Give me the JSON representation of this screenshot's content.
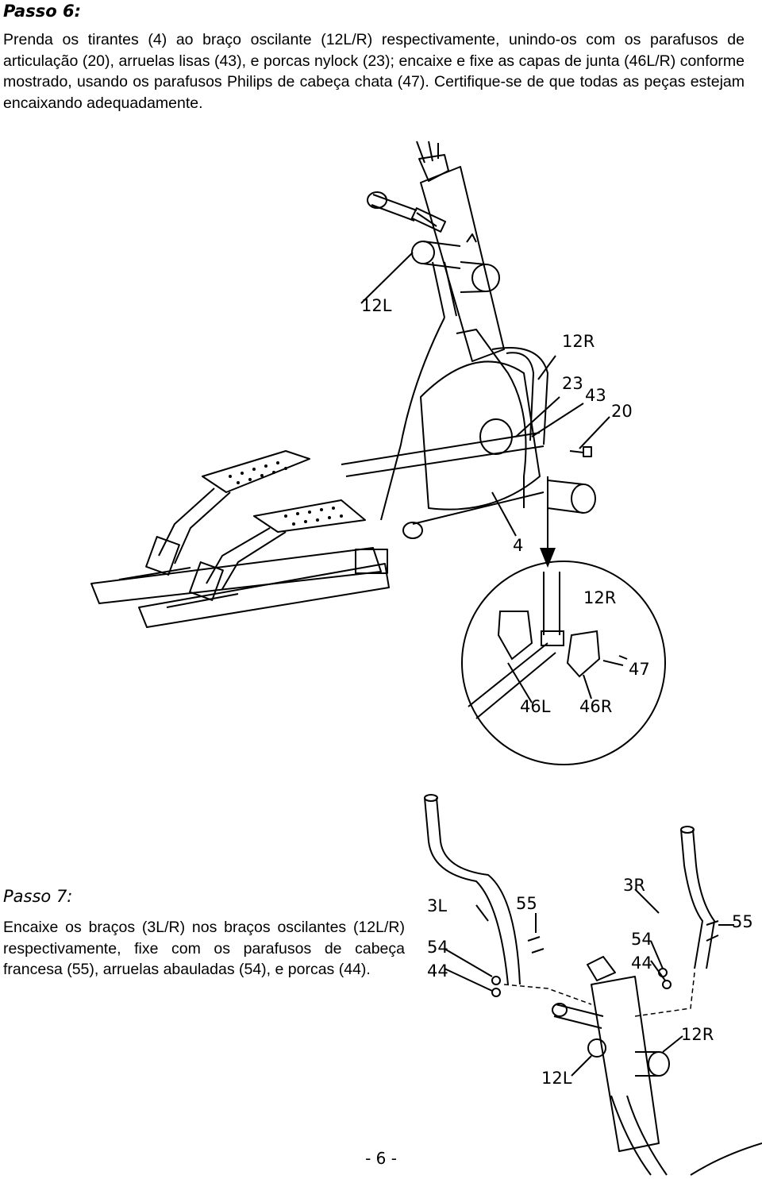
{
  "step6": {
    "heading": "Passo 6:",
    "text": "Prenda os tirantes (4) ao braço oscilante (12L/R) respectivamente, unindo-os com os parafusos de articulação (20), arruelas lisas (43), e porcas nylock (23); encaixe e fixe as capas de junta (46L/R) conforme mostrado, usando os parafusos Philips de cabeça chata (47). Certifique-se de que todas as peças estejam encaixando adequadamente.",
    "labels": {
      "l12L": "12L",
      "l12R": "12R",
      "l23": "23",
      "l43": "43",
      "l20": "20",
      "l4": "4",
      "d12R": "12R",
      "d47": "47",
      "d46L": "46L",
      "d46R": "46R"
    }
  },
  "step7": {
    "heading": "Passo 7:",
    "text": "Encaixe os braços (3L/R) nos braços oscilantes (12L/R) respectivamente, fixe com os parafusos de cabeça francesa (55), arruelas abauladas (54), e porcas (44).",
    "labels": {
      "l3L": "3L",
      "l55a": "55",
      "l54a": "54",
      "l44a": "44",
      "l3R": "3R",
      "l55b": "55",
      "l54b": "54",
      "l44b": "44",
      "l12R": "12R",
      "l12L": "12L"
    }
  },
  "footer": {
    "page_number": "- 6 -"
  }
}
